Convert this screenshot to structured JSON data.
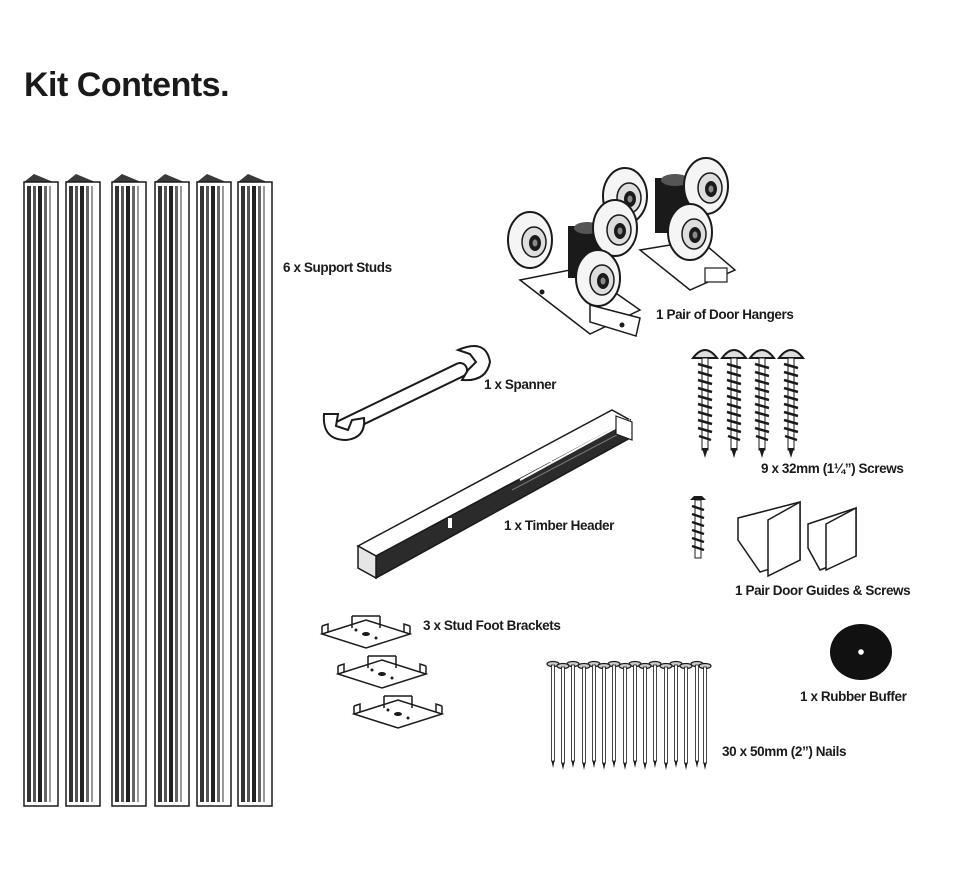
{
  "page": {
    "title": "Kit Contents."
  },
  "items": {
    "support_studs": "6 x Support Studs",
    "door_hangers": "1 Pair of Door Hangers",
    "spanner": "1 x Spanner",
    "screws": "9 x 32mm (1¼”) Screws",
    "timber_header": "1 x Timber Header",
    "door_guides": "1 Pair Door Guides & Screws",
    "foot_brackets": "3 x Stud Foot Brackets",
    "rubber_buffer": "1 x Rubber Buffer",
    "nails": "30 x 50mm (2”) Nails"
  },
  "colors": {
    "ink": "#1a1a1a",
    "grey_fill": "#cfcfcf",
    "timber": "#2b2b2b",
    "background": "#ffffff"
  }
}
